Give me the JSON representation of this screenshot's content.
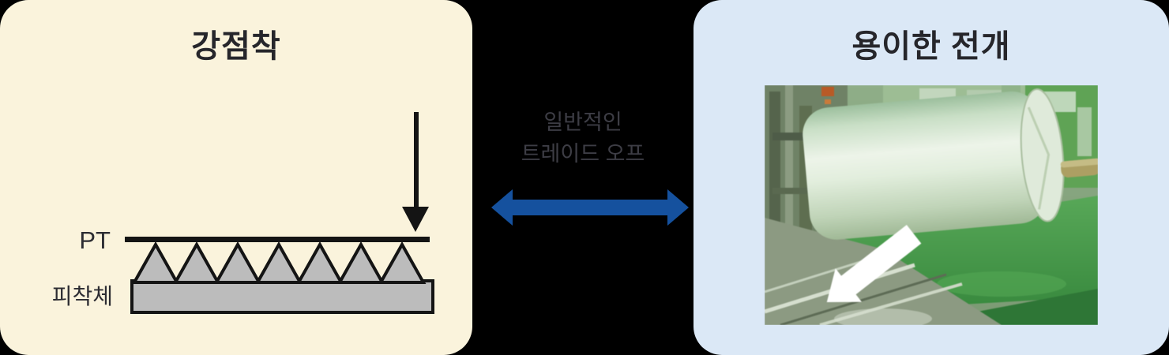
{
  "colors": {
    "page-bg": "#000000",
    "left-panel-bg": "#FAF3DC",
    "right-panel-bg": "#DBE8F6",
    "title-text": "#26262B",
    "diagram-fill": "#BCBCBC",
    "diagram-stroke": "#141414",
    "connector-text": "#3D3D45",
    "connector-arrow": "#15519E",
    "photo-arrow": "#FFFFFF"
  },
  "left_panel": {
    "title": "강점착",
    "tape_label": "PT",
    "adherend_label": "피착체",
    "press_arrow_icon": "down-arrow"
  },
  "connector": {
    "label_line1": "일반적인",
    "label_line2": "트레이드 오프",
    "arrow_icon": "left-right-double-arrow"
  },
  "right_panel": {
    "title": "용이한 전개",
    "photo_arrow_icon": "down-left-arrow"
  }
}
